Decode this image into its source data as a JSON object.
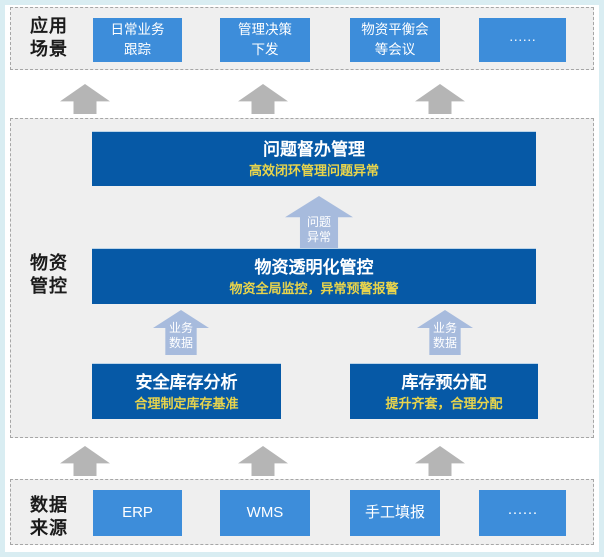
{
  "colors": {
    "light_box_blue": "#3d8dda",
    "dark_box_blue": "#0659a6",
    "subtitle_yellow": "#e8d44c",
    "gray_arrow": "#b5b5b5",
    "blue_arrow": "#a7bbdd",
    "section_fill": "#efefef",
    "frame_strip": "#d9edf2"
  },
  "applications": {
    "label": [
      "应用",
      "场景"
    ],
    "boxes": [
      {
        "lines": [
          "日常业务",
          "跟踪"
        ]
      },
      {
        "lines": [
          "管理决策",
          "下发"
        ]
      },
      {
        "lines": [
          "物资平衡会",
          "等会议"
        ]
      },
      {
        "lines": [
          "······"
        ]
      }
    ]
  },
  "control": {
    "label": [
      "物资",
      "管控"
    ],
    "problem_box": {
      "title": "问题督办管理",
      "subtitle": "高效闭环管理问题异常"
    },
    "problem_arrow": [
      "问题",
      "异常"
    ],
    "transparency_box": {
      "title": "物资透明化管控",
      "subtitle": "物资全局监控，异常预警报警"
    },
    "business_arrow": [
      "业务",
      "数据"
    ],
    "safety_box": {
      "title": "安全库存分析",
      "subtitle": "合理制定库存基准"
    },
    "allocation_box": {
      "title": "库存预分配",
      "subtitle": "提升齐套，合理分配"
    }
  },
  "sources": {
    "label": [
      "数据",
      "来源"
    ],
    "boxes": [
      "ERP",
      "WMS",
      "手工填报",
      "······"
    ]
  }
}
